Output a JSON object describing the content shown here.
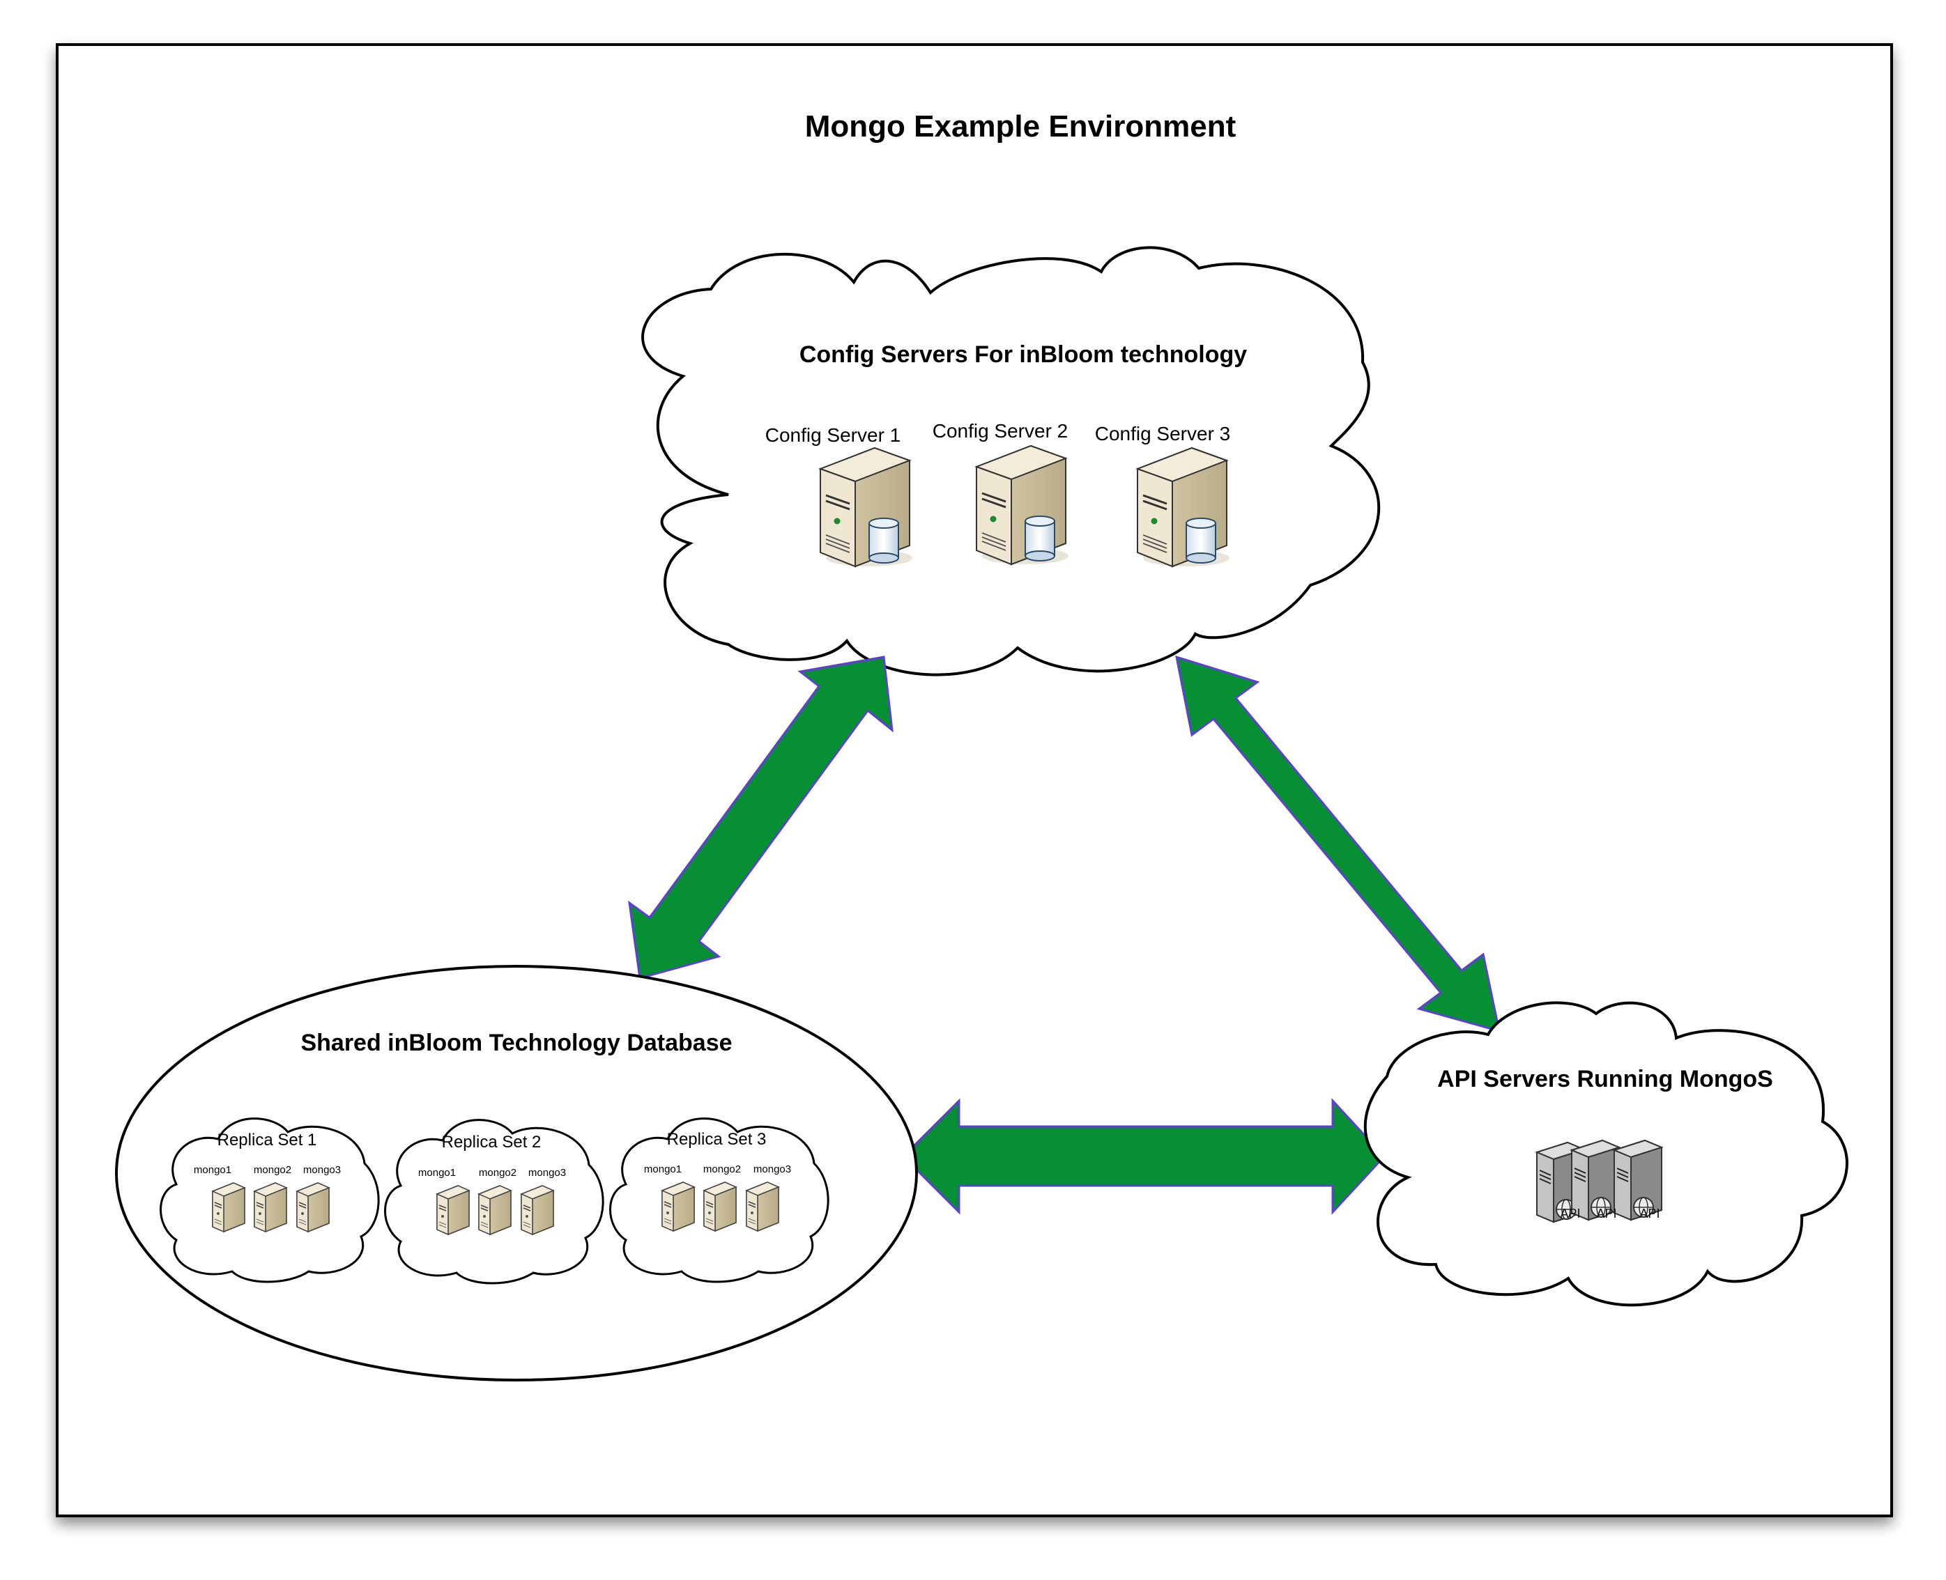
{
  "title": "Mongo Example Environment",
  "config_cloud": {
    "title": "Config Servers For inBloom technology",
    "servers": [
      "Config Server 1",
      "Config Server 2",
      "Config Server 3"
    ]
  },
  "database_cloud": {
    "title": "Shared inBloom Technology Database",
    "replica_sets": [
      {
        "name": "Replica Set 1",
        "nodes": [
          "mongo1",
          "mongo2",
          "mongo3"
        ]
      },
      {
        "name": "Replica Set 2",
        "nodes": [
          "mongo1",
          "mongo2",
          "mongo3"
        ]
      },
      {
        "name": "Replica Set 3",
        "nodes": [
          "mongo1",
          "mongo2",
          "mongo3"
        ]
      }
    ]
  },
  "api_cloud": {
    "title": "API Servers Running MongoS",
    "server_labels": [
      "API",
      "API",
      "API"
    ]
  },
  "colors": {
    "arrow_fill": "#078f33",
    "arrow_stroke": "#5e3fd3",
    "server_beige": "#e6dcc4",
    "server_gray": "#9a9a9a"
  },
  "icons": [
    "database-server-icon",
    "server-icon",
    "api-server-icon"
  ]
}
